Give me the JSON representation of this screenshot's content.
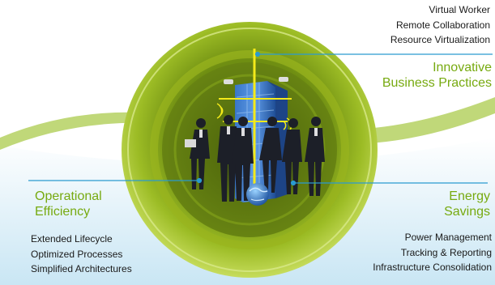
{
  "top_right": {
    "items": [
      "Virtual Worker",
      "Remote Collaboration",
      "Resource Virtualization"
    ],
    "heading_line1": "Innovative",
    "heading_line2": "Business Practices"
  },
  "left": {
    "heading_line1": "Operational",
    "heading_line2": "Efficiency",
    "items": [
      "Extended Lifecycle",
      "Optimized Processes",
      "Simplified Architectures"
    ]
  },
  "right": {
    "heading_line1": "Energy",
    "heading_line2": "Savings",
    "items": [
      "Power Management",
      "Tracking & Reporting",
      "Infrastructure Consolidation"
    ]
  },
  "colors": {
    "accent_green": "#77aa10",
    "connector_blue": "#2a9ad0",
    "disc_green": "#8fb21e",
    "swoosh_green": "#b9d46a"
  }
}
